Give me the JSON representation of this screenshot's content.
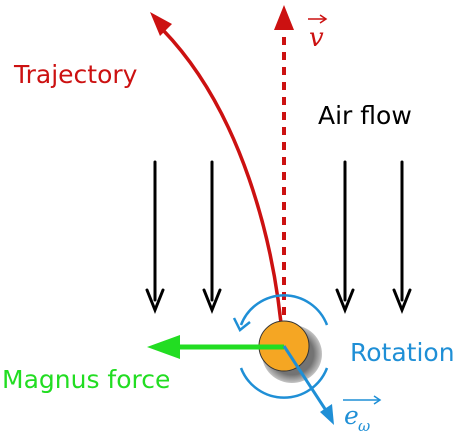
{
  "colors": {
    "trajectory": "#cc1111",
    "velocity": "#cc1111",
    "air_flow": "#000000",
    "rotation": "#1f8fd6",
    "magnus": "#22dd22",
    "ball_fill": "#f5a623",
    "ball_stroke": "#333333"
  },
  "labels": {
    "trajectory": "Trajectory",
    "air_flow": "Air flow",
    "rotation": "Rotation",
    "magnus_force": "Magnus force"
  },
  "symbols": {
    "velocity": "v",
    "rotation_axis_base": "e",
    "rotation_axis_sub": "ω"
  }
}
